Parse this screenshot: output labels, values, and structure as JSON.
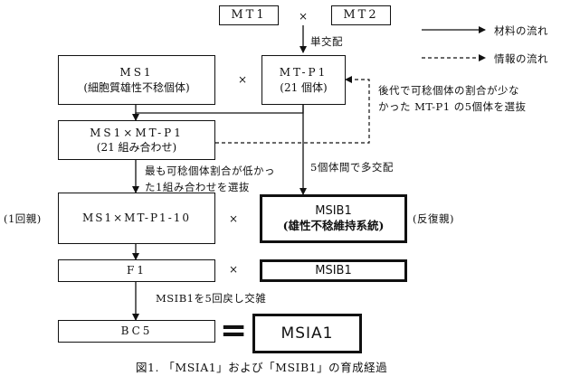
{
  "mt1": "MT1",
  "mt2": "MT2",
  "cross": "×",
  "single_cross": "単交配",
  "legend": {
    "material_flow": "材料の流れ",
    "info_flow": "情報の流れ"
  },
  "ms1": {
    "line1": "MS1",
    "line2": "(細胞質雄性不稔個体)"
  },
  "mtp1": {
    "line1": "MT-P1",
    "line2": "(21 個体)"
  },
  "feedback_note": {
    "line1": "後代で可稔個体の割合が少な",
    "line2": "かった MT-P1 の5個体を選抜"
  },
  "ms1xmtp1": {
    "line1": "MS1×MT-P1",
    "line2": "(21 組み合わせ)"
  },
  "multi_cross": "5個体間で多交配",
  "select_note": {
    "line1": "最も可稔個体割合が低かっ",
    "line2": "た1組み合わせを選抜"
  },
  "recurrent_label": "(1回親)",
  "ms1xmtp110": "MS1×MT-P1-10",
  "msib1_main": {
    "line1": "MSIB1",
    "line2": "(雄性不稔維持系統)"
  },
  "recurrent_parent": "(反復親)",
  "f1": "F1",
  "msib1_small": "MSIB1",
  "backcross_note": "MSIB1を5回戻し交雑",
  "bc5": "BC5",
  "equals": "=",
  "msia1": "MSIA1",
  "caption": "図1. 「MSIA1」および「MSIB1」の育成経過"
}
